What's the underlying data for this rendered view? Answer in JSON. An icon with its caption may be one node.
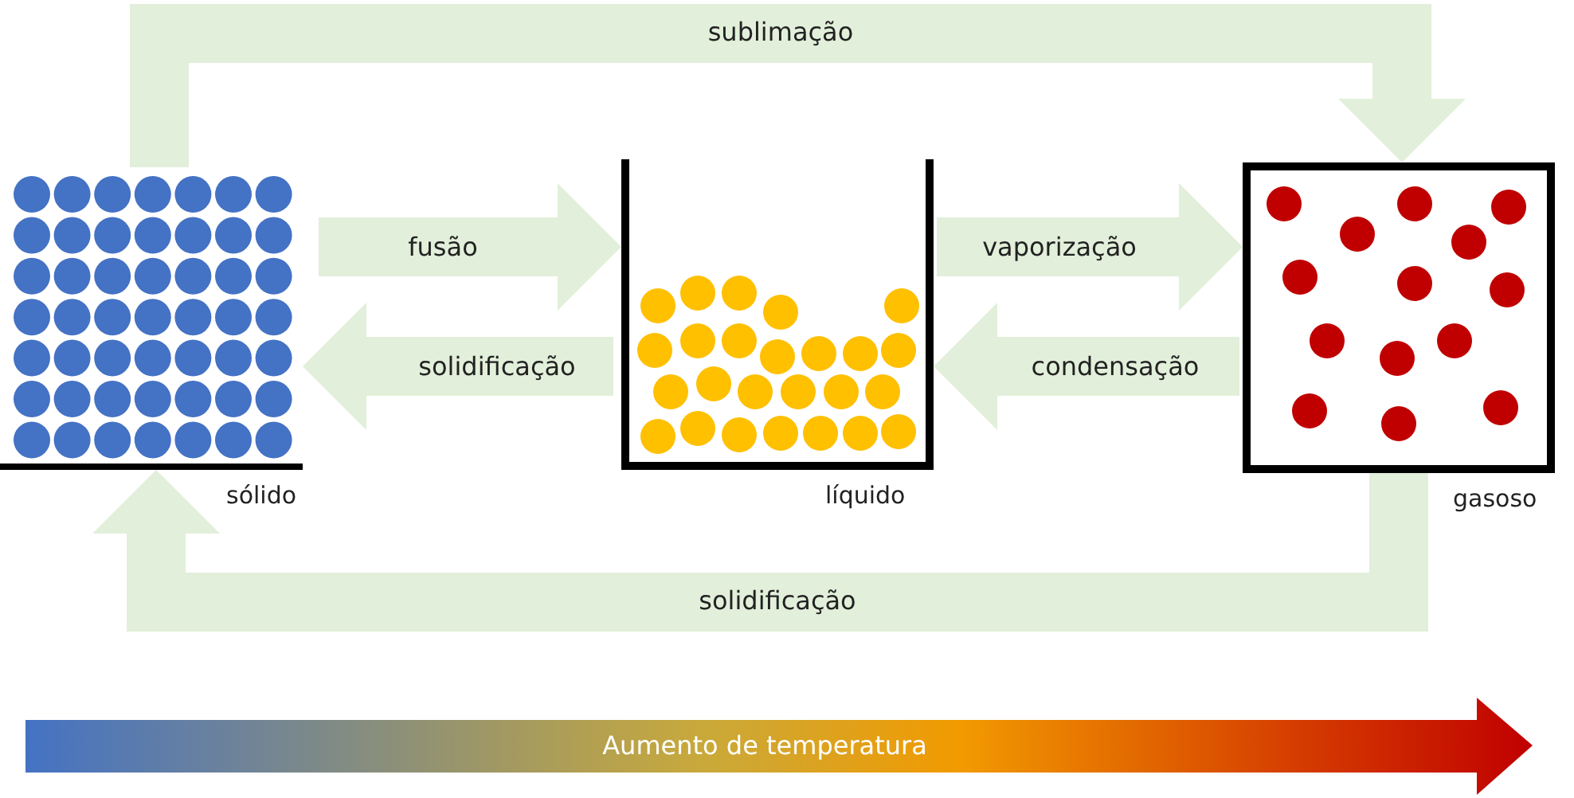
{
  "diagram": {
    "nodes": [
      {
        "text": [
          "sólido"
        ]
      },
      {
        "text": [
          "líquido"
        ]
      },
      {
        "text": [
          "gasoso"
        ]
      }
    ],
    "edges": [
      {
        "from": 0,
        "to": 2,
        "arrow": "to",
        "label": "sublimação"
      },
      {
        "from": 0,
        "to": 1,
        "arrow": "to",
        "label": "fusão"
      },
      {
        "from": 1,
        "to": 0,
        "arrow": "to",
        "label": "solidificação"
      },
      {
        "from": 1,
        "to": 2,
        "arrow": "to",
        "label": "vaporização"
      },
      {
        "from": 2,
        "to": 1,
        "arrow": "to",
        "label": "condensação"
      },
      {
        "from": 2,
        "to": 0,
        "arrow": "to",
        "label": "solidificação"
      }
    ],
    "labels": [
      "Aumento de temperatura"
    ]
  }
}
